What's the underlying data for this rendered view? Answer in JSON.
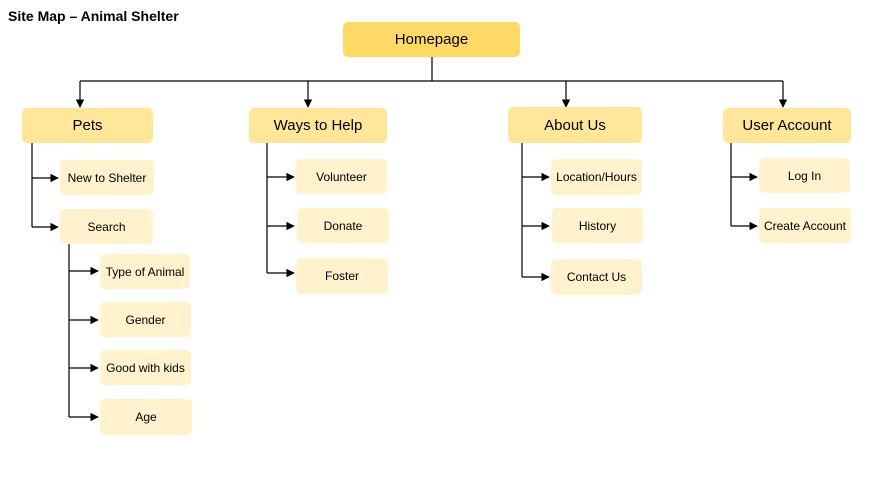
{
  "title": "Site Map – Animal Shelter",
  "colors": {
    "root": "#ffd966",
    "category": "#ffe699",
    "page": "#fff2cc",
    "connector": "#000000"
  },
  "homepage": "Homepage",
  "sections": [
    {
      "label": "Pets",
      "pages": [
        {
          "label": "New to Shelter"
        },
        {
          "label": "Search",
          "pages": [
            {
              "label": "Type of Animal"
            },
            {
              "label": "Gender"
            },
            {
              "label": "Good with kids"
            },
            {
              "label": "Age"
            }
          ]
        }
      ]
    },
    {
      "label": "Ways to Help",
      "pages": [
        {
          "label": "Volunteer"
        },
        {
          "label": "Donate"
        },
        {
          "label": "Foster"
        }
      ]
    },
    {
      "label": "About Us",
      "pages": [
        {
          "label": "Location/Hours"
        },
        {
          "label": "History"
        },
        {
          "label": "Contact Us"
        }
      ]
    },
    {
      "label": "User Account",
      "pages": [
        {
          "label": "Log In"
        },
        {
          "label": "Create Account"
        }
      ]
    }
  ]
}
